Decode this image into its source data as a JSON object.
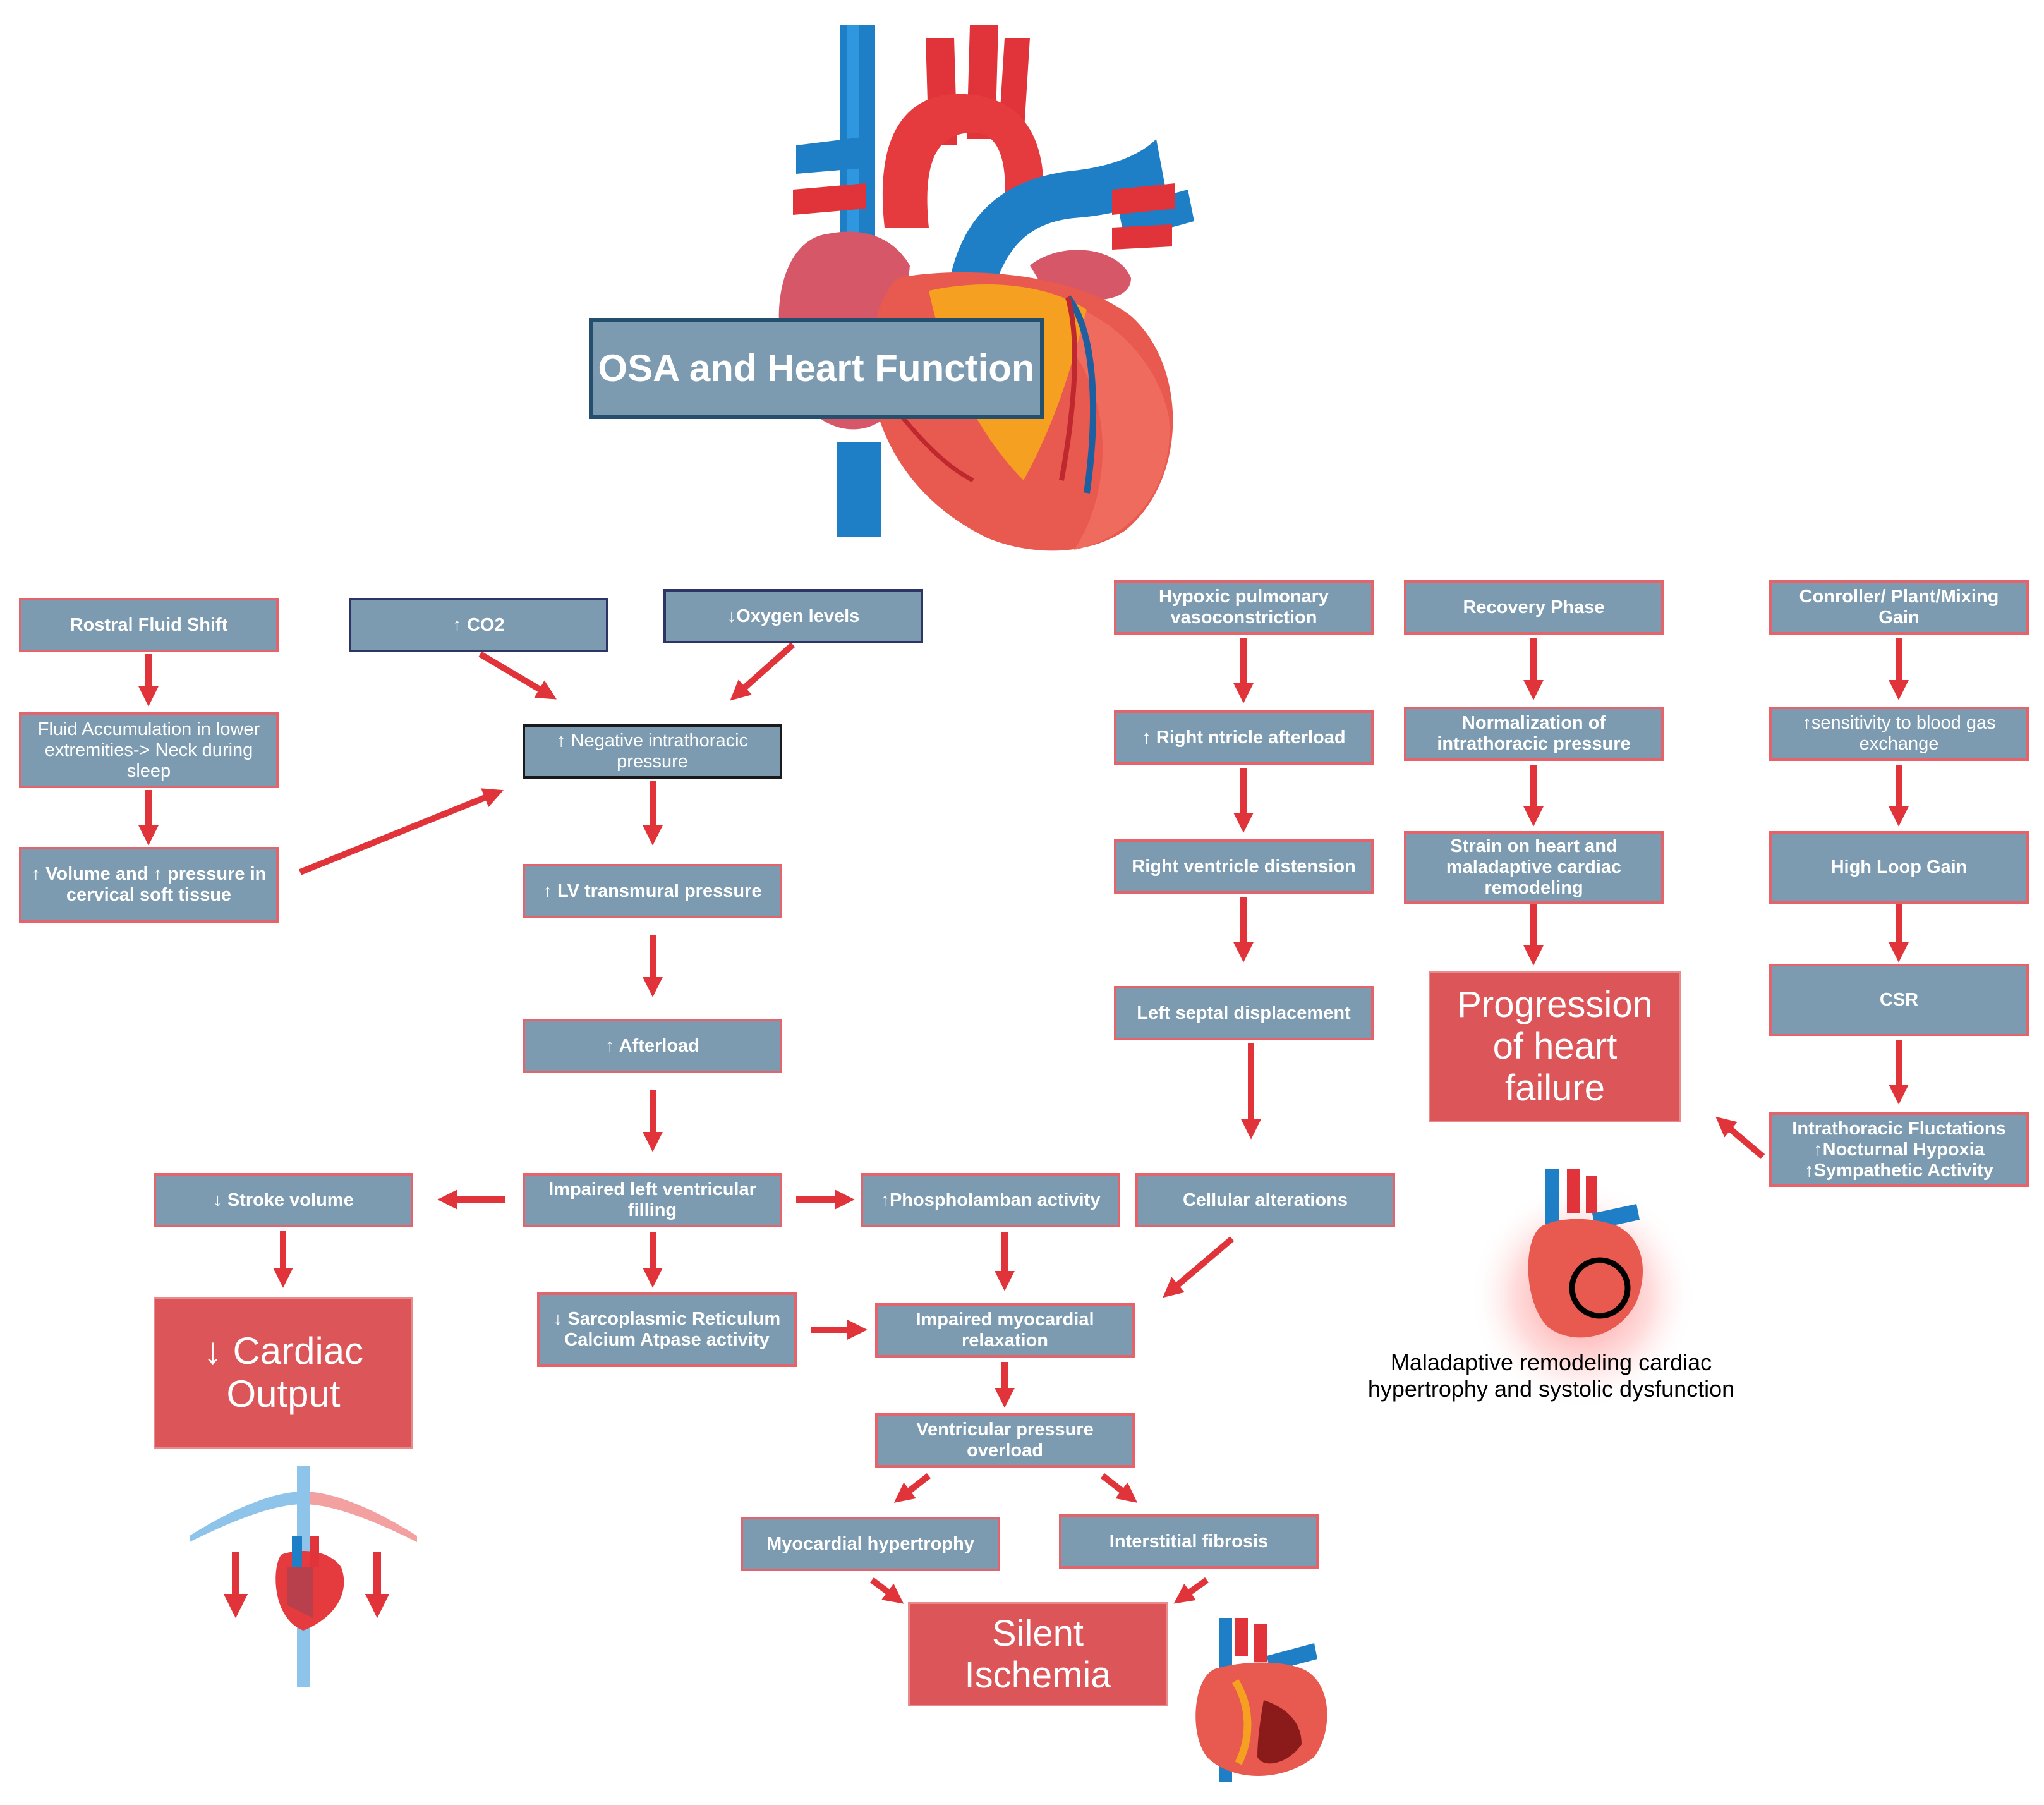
{
  "title": "OSA and Heart Function",
  "nodes": {
    "rostral": "Rostral Fluid Shift",
    "fluid_accum": "Fluid Accumulation in lower extremities-> Neck during sleep",
    "volume_pressure": "↑ Volume and ↑ pressure in cervical soft tissue",
    "co2": "↑ CO2",
    "oxygen": "↓Oxygen levels",
    "neg_intrathoracic": "↑ Negative intrathoracic pressure",
    "lv_transmural": "↑ LV transmural pressure",
    "afterload": "↑ Afterload",
    "impaired_lv": "Impaired left ventricular filling",
    "stroke_volume": "↓ Stroke volume",
    "phospholamban": "↑Phospholamban activity",
    "sarcoplasmic": "↓ Sarcoplasmic Reticulum Calcium Atpase activity",
    "impaired_myo": "Impaired myocardial relaxation",
    "ventricular_overload": "Ventricular  pressure overload",
    "myo_hypertrophy": "Myocardial hypertrophy",
    "interstitial": "Interstitial fibrosis",
    "hypoxic": "Hypoxic pulmonary vasoconstriction",
    "right_afterload": "↑ Right ntricle afterload",
    "rv_distension": "Right ventricle distension",
    "left_septal": "Left septal displacement",
    "cellular": "Cellular alterations",
    "recovery": "Recovery Phase",
    "normalization": "Normalization of intrathoracic pressure",
    "strain": "Strain on heart and maladaptive cardiac remodeling",
    "controller": "Conroller/ Plant/Mixing Gain",
    "sensitivity": "↑sensitivity to blood gas exchange",
    "high_loop": "High Loop Gain",
    "csr": "CSR",
    "intrathoracic_fluct": "Intrathoracic Fluctations\n↑Nocturnal Hypoxia\n↑Sympathetic Activity"
  },
  "outcomes": {
    "cardiac_output": "↓ Cardiac Output",
    "silent_ischemia": "Silent Ischemia",
    "heart_failure": "Progression of heart failure"
  },
  "caption": "Maladaptive remodeling cardiac hypertrophy and systolic dysfunction",
  "colors": {
    "box_fill": "#7c9bb0",
    "box_border": "#e5636a",
    "arrow": "#e0343a",
    "outcome_fill": "#dc5558",
    "title_border": "#24506e"
  },
  "icons": {
    "main": "anatomical-heart-icon",
    "small_output": "heart-with-vessels-icon",
    "ischemia": "damaged-heart-icon",
    "remodeling": "glowing-heart-icon"
  }
}
